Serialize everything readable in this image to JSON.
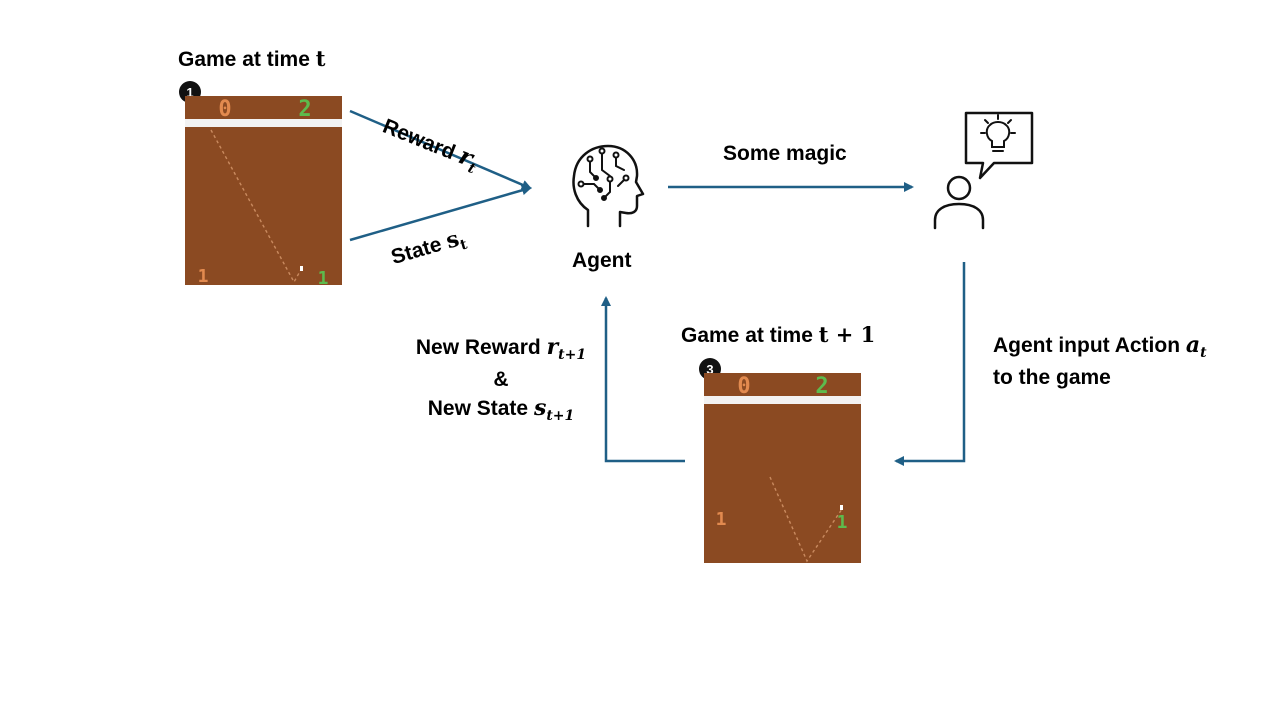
{
  "game_top": {
    "title_text": "Game at time ",
    "title_var": "t",
    "badge": "1",
    "score_left": "0",
    "score_right": "2",
    "paddle_left": "1",
    "paddle_right": "1",
    "colors": {
      "field": "#8b4a22",
      "score_left": "#e28a4f",
      "score_right": "#5dbb4d",
      "bar": "#f2f2f2"
    }
  },
  "game_bottom": {
    "title_text": "Game at time ",
    "title_var": "t + 1",
    "badge": "3",
    "score_left": "0",
    "score_right": "2",
    "paddle_left": "1",
    "paddle_right": "1"
  },
  "edges": {
    "reward": {
      "word": "Reward",
      "var": "r",
      "sub": "t"
    },
    "state": {
      "word": "State",
      "var": "s",
      "sub": "t"
    },
    "magic": "Some magic",
    "action_line1": "Agent input Action",
    "action_var": "a",
    "action_sub": "t",
    "action_line2": "to the game",
    "new_reward_word": "New Reward",
    "new_reward_var": "r",
    "new_reward_sub": "t+1",
    "ampersand": "&",
    "new_state_word": "New State",
    "new_state_var": "s",
    "new_state_sub": "t+1"
  },
  "agent": {
    "label": "Agent",
    "icon": "brain-head-icon"
  },
  "human": {
    "icon": "person-lightbulb-icon"
  },
  "arrow_color": "#1f5f86"
}
